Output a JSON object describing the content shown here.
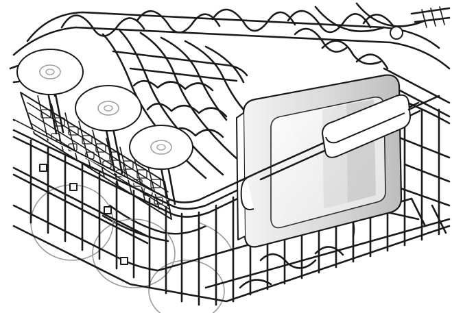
{
  "illustration": {
    "style": "line-art",
    "colors": {
      "line": "#1a1a1a",
      "background": "#ffffff",
      "container_shade_light": "#f2f2f2",
      "container_shade_mid": "#d9d9d9",
      "container_shade_dark": "#bcbcbc",
      "glass_outline": "#9a9a9a"
    },
    "icons": [
      "dishwasher-rack",
      "wine-glass",
      "cutlery-basket",
      "detergent-container",
      "rack-handle"
    ],
    "wine_glasses_count": 3
  }
}
